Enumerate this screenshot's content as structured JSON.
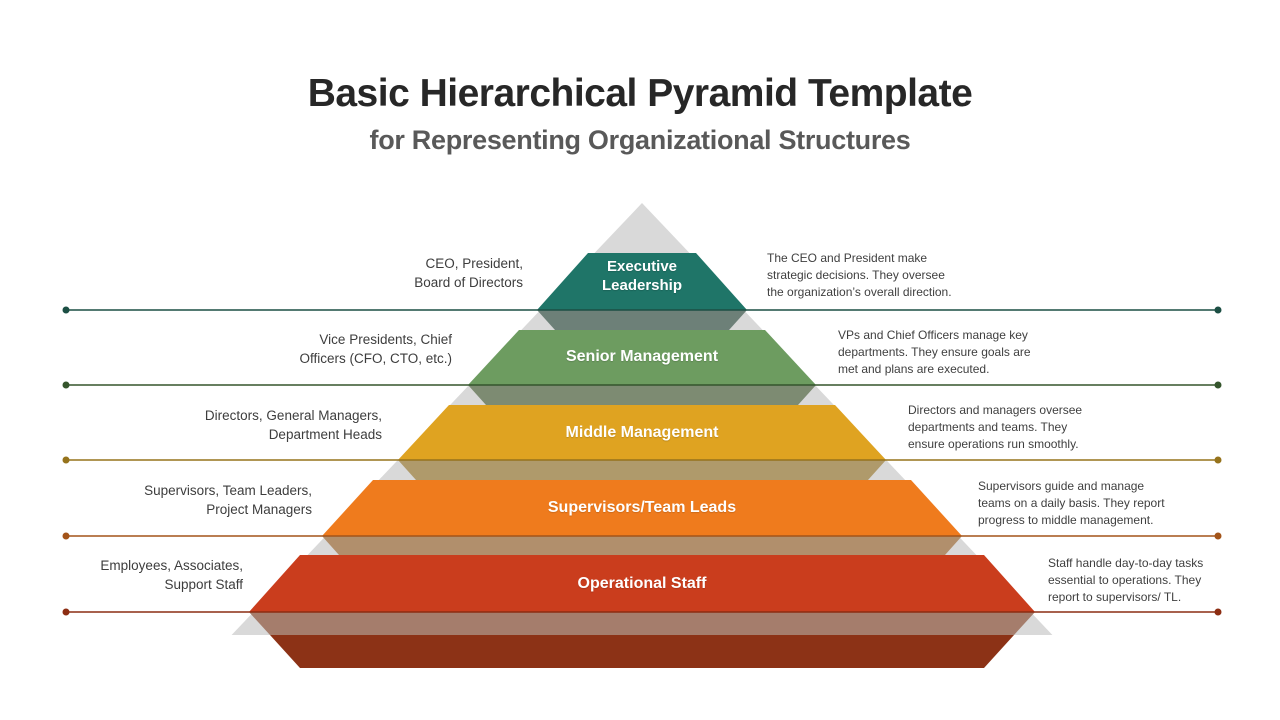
{
  "title": "Basic Hierarchical Pyramid Template",
  "subtitle": "for Representing Organizational Structures",
  "pyramid": {
    "background_color": "#d9d9d9",
    "bottom_reflection_color": "#8c3216"
  },
  "levels": [
    {
      "label": "Executive\nLeadership",
      "left_label": "CEO, President,\nBoard of Directors",
      "description": "The CEO and President make\nstrategic decisions. They oversee\nthe organization’s overall direction.",
      "band_color": "#1f7568",
      "shadow_color": "#6d8078",
      "line_color": "#1c4f44"
    },
    {
      "label": "Senior Management",
      "left_label": "Vice Presidents, Chief\nOfficers (CFO, CTO, etc.)",
      "description": "VPs and Chief Officers manage key\ndepartments. They ensure goals are\nmet and plans are executed.",
      "band_color": "#6d9c60",
      "shadow_color": "#7d8b72",
      "line_color": "#35552c"
    },
    {
      "label": "Middle Management",
      "left_label": "Directors, General Managers,\nDepartment Heads",
      "description": "Directors and managers oversee\ndepartments and teams. They\nensure operations run smoothly.",
      "band_color": "#dfa321",
      "shadow_color": "#af9a6b",
      "line_color": "#96731c"
    },
    {
      "label": "Supervisors/Team Leads",
      "left_label": "Supervisors, Team Leaders,\nProject Managers",
      "description": "Supervisors guide and manage\nteams on a daily basis. They report\nprogress to middle management.",
      "band_color": "#ef7b1d",
      "shadow_color": "#b18f6c",
      "line_color": "#a35419"
    },
    {
      "label": "Operational Staff",
      "left_label": "Employees, Associates,\nSupport Staff",
      "description": "Staff handle day-to-day tasks\nessential to operations. They\nreport to supervisors/ TL.",
      "band_color": "#ca3d1d",
      "shadow_color": "#a57d6c",
      "line_color": "#8c2d12"
    }
  ]
}
